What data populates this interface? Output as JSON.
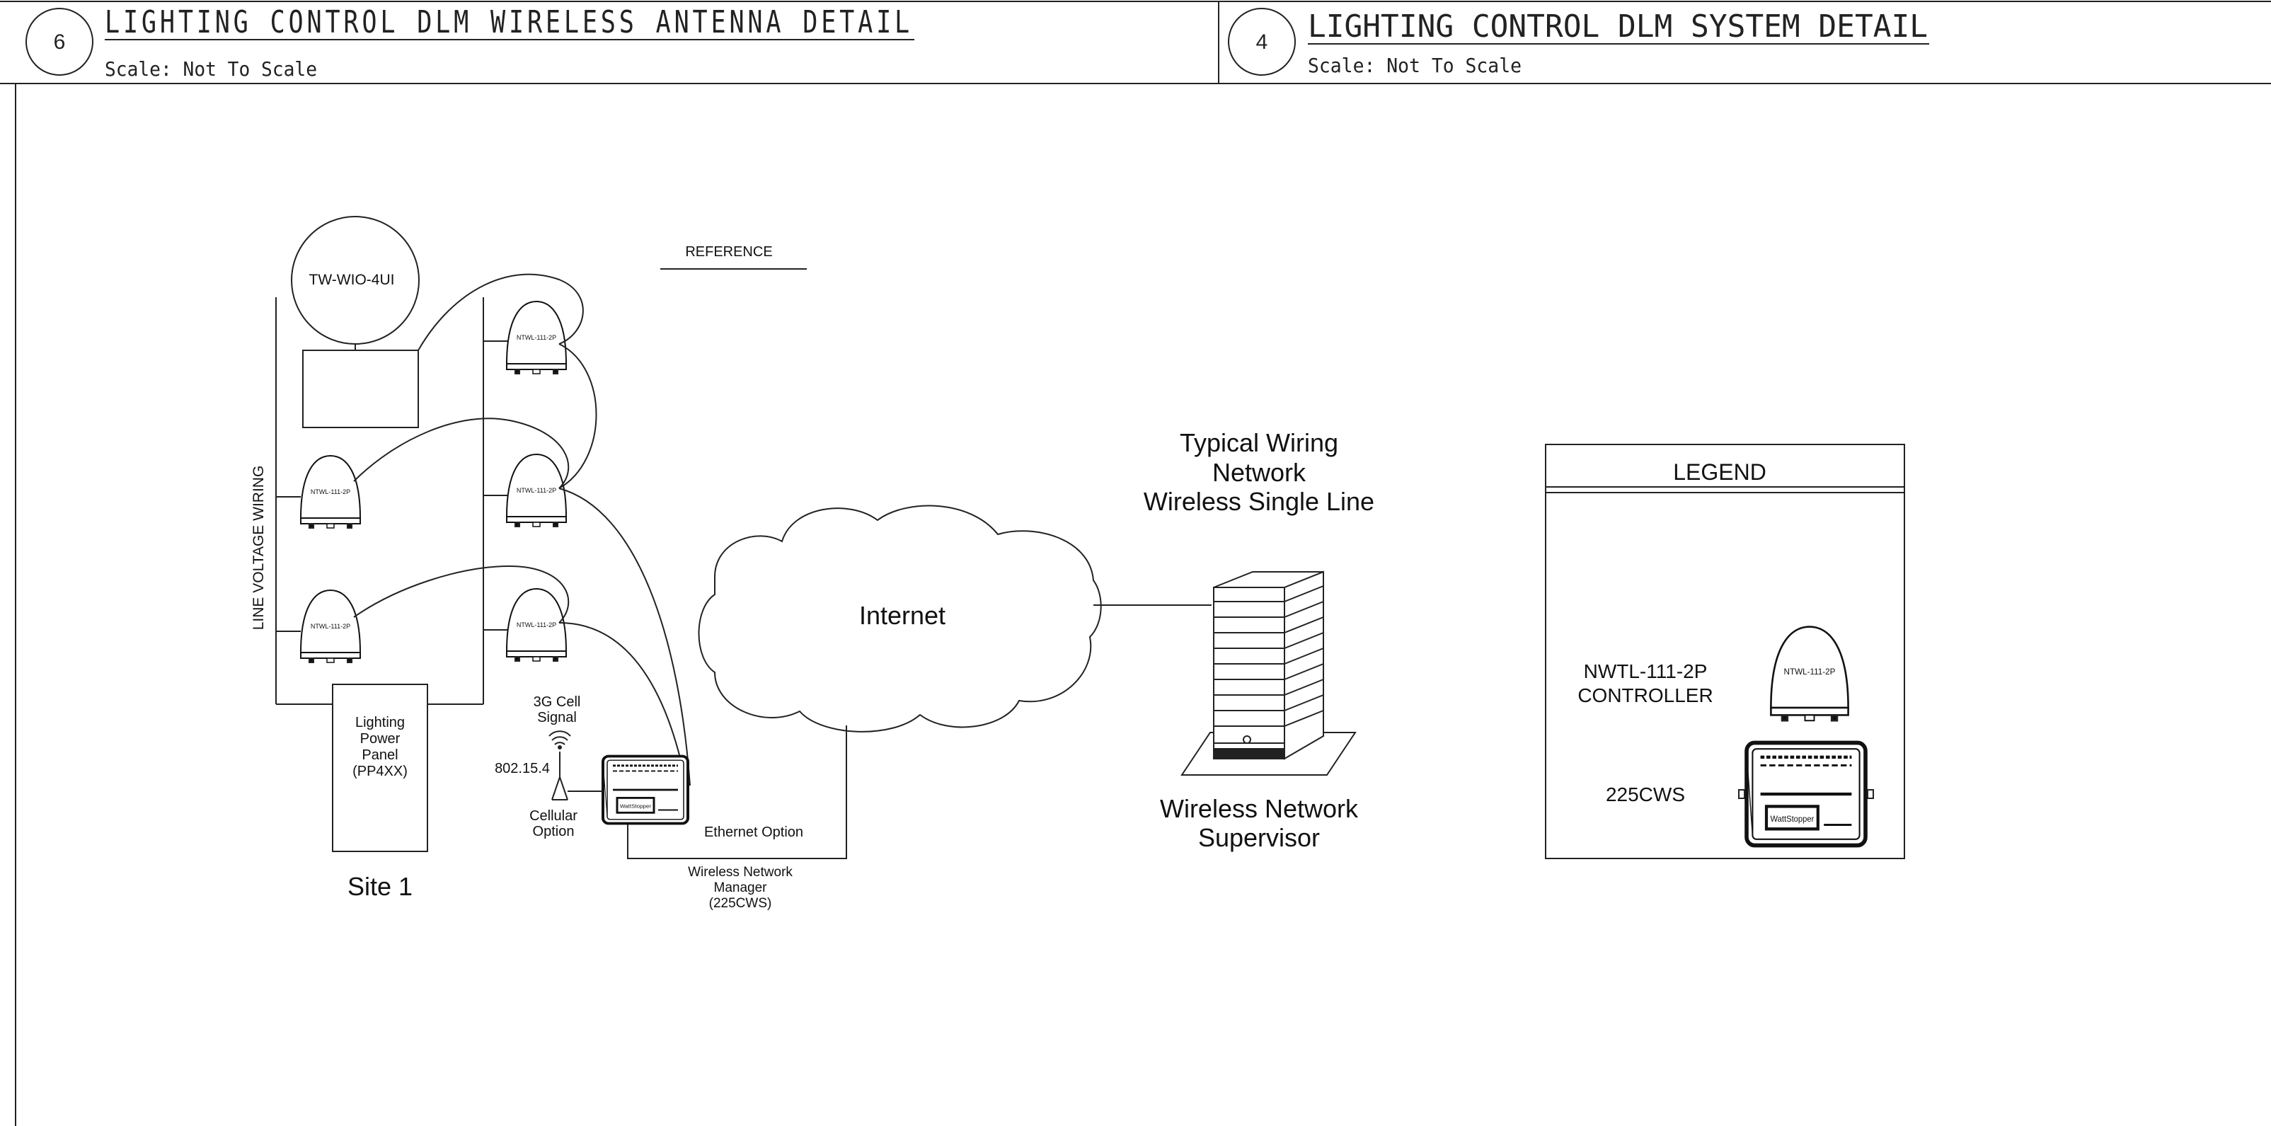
{
  "header": {
    "left": {
      "number": "6",
      "title": "LIGHTING CONTROL DLM WIRELESS ANTENNA DETAIL",
      "scale": "Scale: Not To Scale"
    },
    "right": {
      "number": "4",
      "title": "LIGHTING CONTROL DLM SYSTEM DETAIL",
      "scale": "Scale: Not To Scale"
    }
  },
  "diagram": {
    "reference": "REFERENCE",
    "io_module": "TW-WIO-4UI",
    "antenna_label": "NTWL-111-2P",
    "line_voltage": "LINE VOLTAGE WIRING",
    "panel": {
      "line1": "Lighting",
      "line2": "Power",
      "line3": "Panel",
      "line4": "(PP4XX)"
    },
    "site": "Site 1",
    "cell_signal": {
      "line1": "3G Cell",
      "line2": "Signal"
    },
    "protocol": "802.15.4",
    "cellular_option": {
      "line1": "Cellular",
      "line2": "Option"
    },
    "ethernet_option": "Ethernet Option",
    "manager": {
      "line1": "Wireless Network",
      "line2": "Manager",
      "line3": "(225CWS)"
    },
    "internet": "Internet",
    "network_title": {
      "line1": "Typical Wiring",
      "line2": "Network",
      "line3": "Wireless Single Line"
    },
    "supervisor": {
      "line1": "Wireless Network",
      "line2": "Supervisor"
    },
    "device_brand": "WattStopper"
  },
  "legend": {
    "title": "LEGEND",
    "controller": {
      "line1": "NWTL-111-2P",
      "line2": "CONTROLLER"
    },
    "controller_icon_label": "NTWL-111-2P",
    "manager": "225CWS"
  }
}
